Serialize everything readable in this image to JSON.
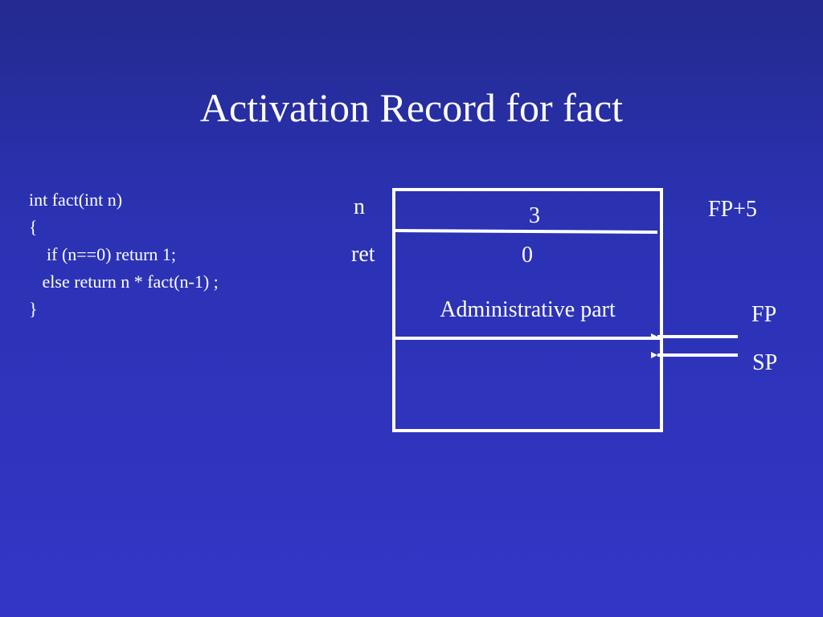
{
  "slide": {
    "title": "Activation Record for fact"
  },
  "code": {
    "lines": [
      "int fact(int n)",
      "{",
      "    if (n==0) return 1;",
      "   else return n * fact(n-1) ;",
      "}"
    ]
  },
  "record": {
    "row_labels": {
      "n": "n",
      "ret": "ret"
    },
    "cells": {
      "n_value": "3",
      "ret_value": "0",
      "admin": "Administrative part"
    },
    "pointers": {
      "fp_plus": "FP+5",
      "fp": "FP",
      "sp": "SP"
    }
  }
}
